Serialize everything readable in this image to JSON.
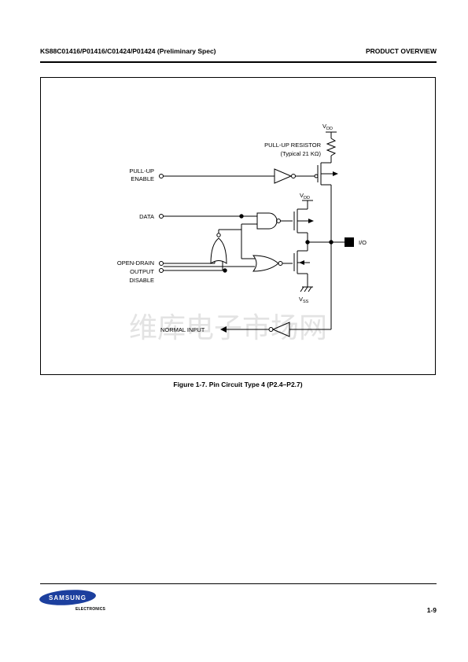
{
  "header": {
    "title": "KS88C01416/P01416/C01424/P01424 (Preliminary Spec)",
    "section": "PRODUCT OVERVIEW"
  },
  "diagram": {
    "vdd_top_main": "V",
    "vdd_top_sub": "DD",
    "pullup_resistor": "PULL-UP RESISTOR",
    "typical_value": "(Typical 21 KΩ)",
    "pullup_enable_line1": "PULL-UP",
    "pullup_enable_line2": "ENABLE",
    "data": "DATA",
    "vdd_mid_main": "V",
    "vdd_mid_sub": "DD",
    "io": "I/O",
    "open_drain_line1": "OPEN-DRAIN",
    "open_drain_line2": "OUTPUT",
    "open_drain_line3": "DISABLE",
    "vss_main": "V",
    "vss_sub": "SS",
    "normal_input": "NORMAL INPUT",
    "watermark": "维库电子市场网"
  },
  "figure": {
    "caption": "Figure 1-7. Pin Circuit Type 4 (P2.4–P2.7)"
  },
  "footer": {
    "logo_text": "SAMSUNG",
    "electronics": "ELECTRONICS",
    "page_number": "1-9"
  },
  "colors": {
    "logo_blue": "#1c3f9e",
    "watermark": "#e3e3e3"
  }
}
